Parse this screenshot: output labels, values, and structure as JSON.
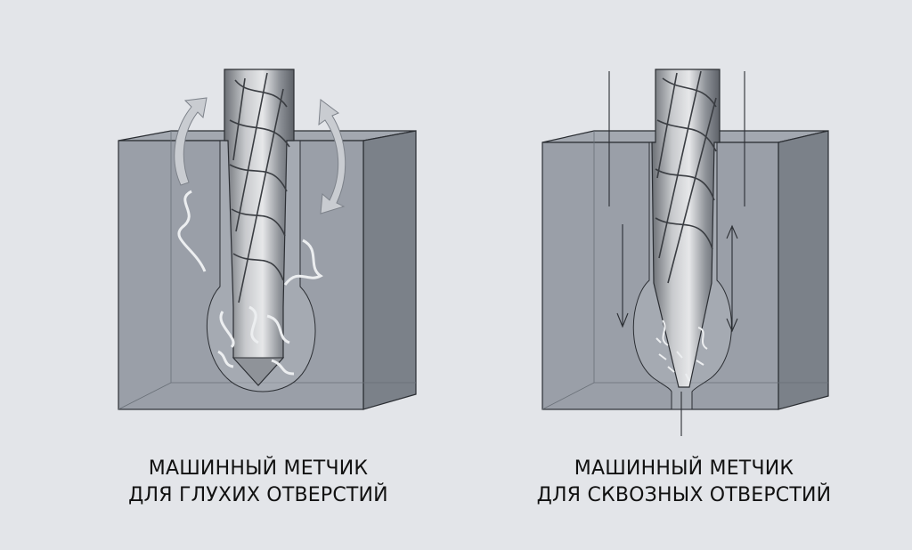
{
  "figures": [
    {
      "id": "blind",
      "caption_line1": "МАШИННЫЙ МЕТЧИК",
      "caption_line2": "ДЛЯ ГЛУХИХ ОТВЕРСТИЙ",
      "chip_flow": "upward",
      "arrows": [
        "curved-up-left",
        "curved-double-right"
      ]
    },
    {
      "id": "through",
      "caption_line1": "МАШИННЫЙ МЕТЧИК",
      "caption_line2": "ДЛЯ СКВОЗНЫХ ОТВЕРСТИЙ",
      "chip_flow": "downward",
      "arrows": [
        "line-down-left",
        "line-double-right",
        "line-exit-bottom"
      ]
    }
  ],
  "colors": {
    "background": "#e3e5e9",
    "block_front": "#8d939c",
    "block_side": "#7b8189",
    "block_top": "#a3a8b0",
    "tool_light": "#d6d8db",
    "tool_dark": "#5d6168",
    "outline": "#2b2e33",
    "arrow_fill": "#c9ccd1"
  }
}
